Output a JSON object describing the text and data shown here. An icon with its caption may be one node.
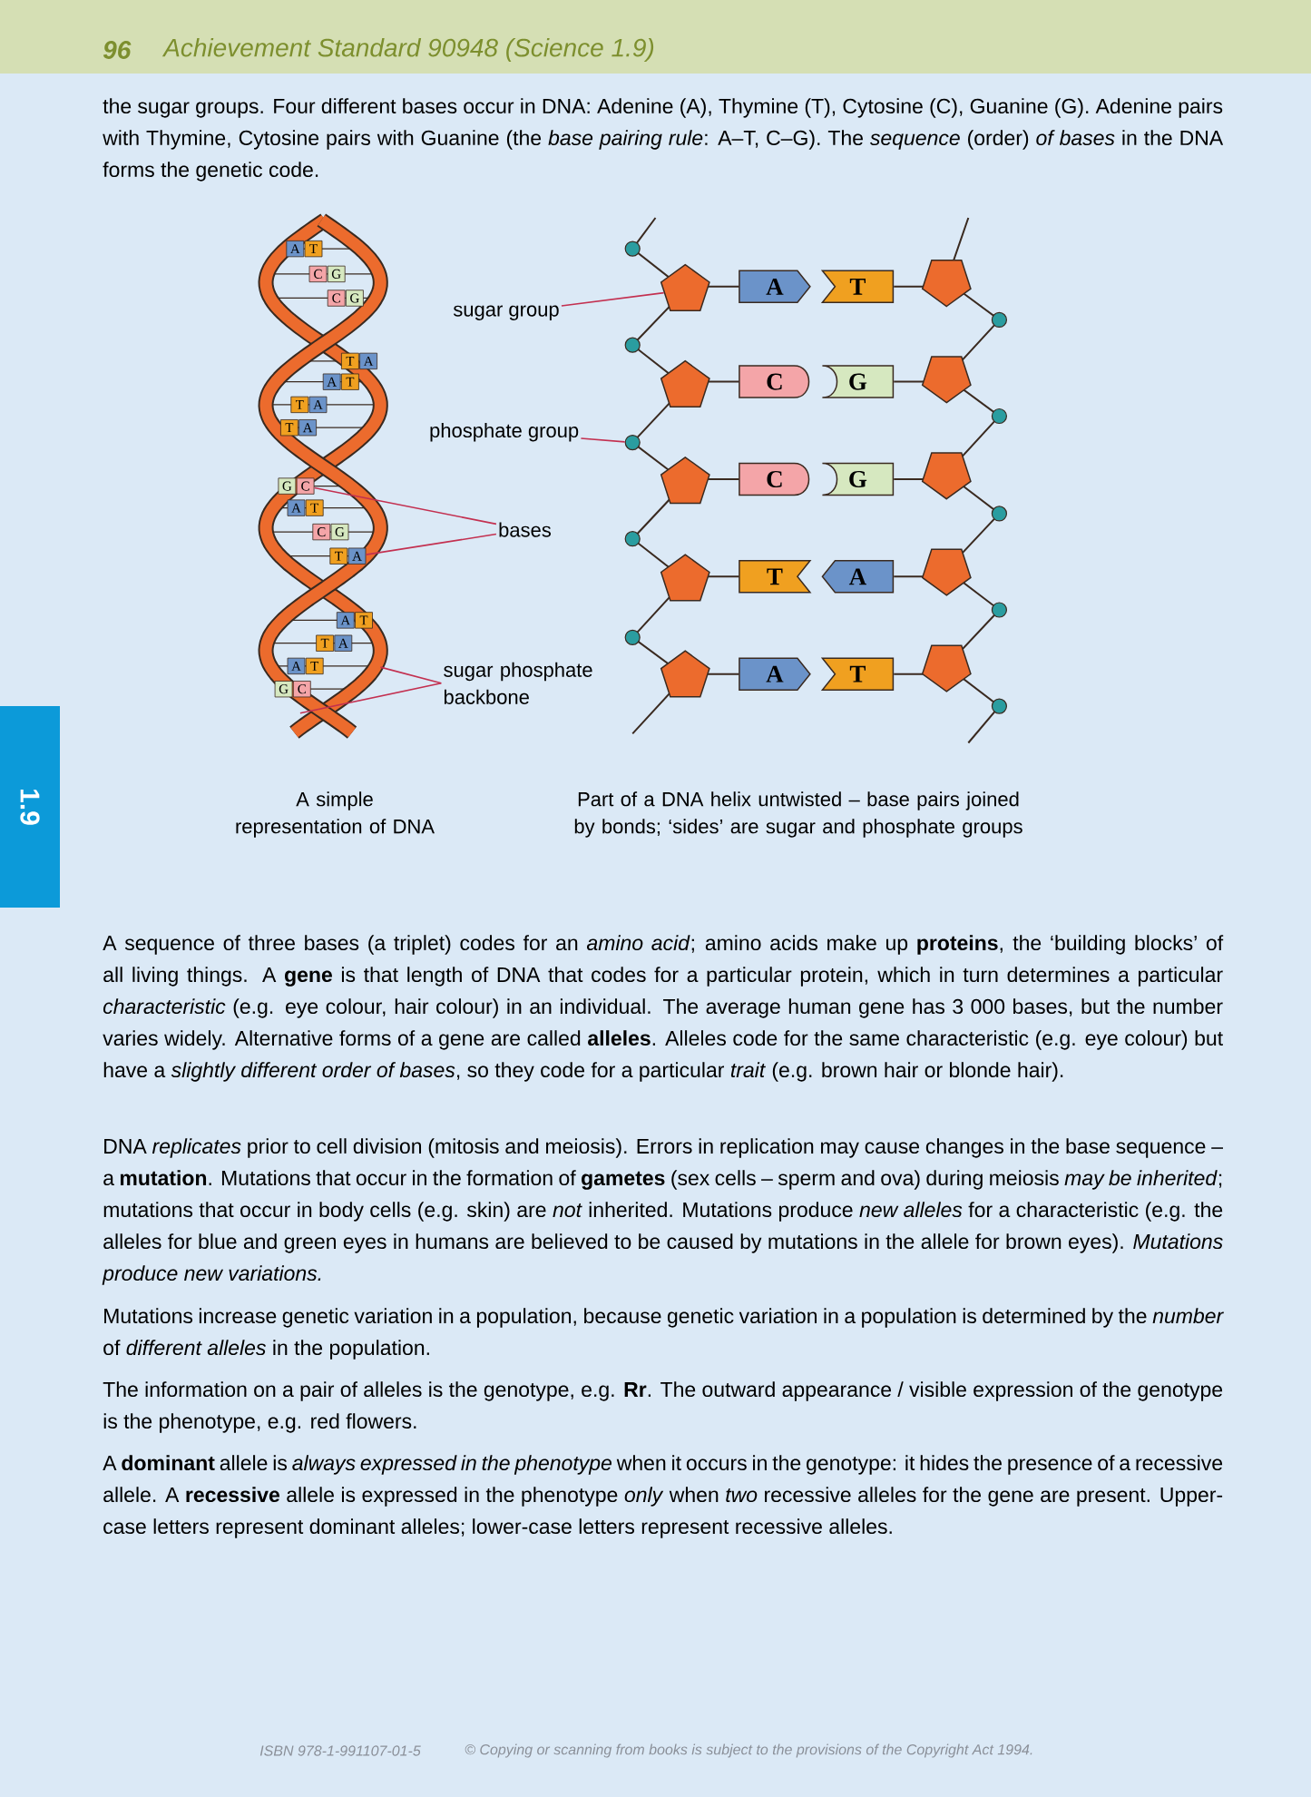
{
  "diagram": {
    "nodes": [
      {
        "text": [
          "A"
        ],
        "in": 47
      },
      {
        "text": [
          "T"
        ],
        "in": 47
      },
      {
        "text": [
          "C"
        ],
        "in": 47
      },
      {
        "text": [
          "G"
        ],
        "in": 47
      },
      {
        "text": [
          "C"
        ],
        "in": 47
      },
      {
        "text": [
          "G"
        ],
        "in": 47
      },
      {
        "text": [
          "T"
        ],
        "in": 47
      },
      {
        "text": [
          "A"
        ],
        "in": 47
      },
      {
        "text": [
          "A"
        ],
        "in": 47
      },
      {
        "text": [
          "T"
        ],
        "in": 47
      },
      {
        "text": [
          "T"
        ],
        "in": 47
      },
      {
        "text": [
          "A"
        ],
        "in": 47
      },
      {
        "text": [
          "T"
        ],
        "in": 47
      },
      {
        "text": [
          "A"
        ],
        "in": 47
      },
      {
        "text": [
          "G"
        ],
        "in": 47
      },
      {
        "text": [
          "C"
        ],
        "in": 47
      },
      {
        "text": [
          "A"
        ],
        "in": 47
      },
      {
        "text": [
          "T"
        ],
        "in": 47
      },
      {
        "text": [
          "C"
        ],
        "in": 47
      },
      {
        "text": [
          "G"
        ],
        "in": 47
      },
      {
        "text": [
          "T"
        ],
        "in": 47
      },
      {
        "text": [
          "A"
        ],
        "in": 47
      },
      {
        "text": [
          "A"
        ],
        "in": 47
      },
      {
        "text": [
          "T"
        ],
        "in": 47
      },
      {
        "text": [
          "T"
        ],
        "in": 47
      },
      {
        "text": [
          "A"
        ],
        "in": 47
      },
      {
        "text": [
          "A"
        ],
        "in": 47
      },
      {
        "text": [
          "T"
        ],
        "in": 47
      },
      {
        "text": [
          "G"
        ],
        "in": 47
      },
      {
        "text": [
          "C"
        ],
        "in": 47
      },
      {
        "text": [
          "sugar group"
        ]
      },
      {
        "text": [
          "phosphate group"
        ]
      },
      {
        "text": [
          "bases"
        ]
      },
      {
        "text": [
          "sugar phosphate backbone"
        ]
      },
      {
        "text": [
          "A"
        ]
      },
      {
        "text": [
          "T"
        ]
      },
      {
        "text": [
          "C"
        ]
      },
      {
        "text": [
          "G"
        ]
      },
      {
        "text": [
          "C"
        ]
      },
      {
        "text": [
          "G"
        ]
      },
      {
        "text": [
          "T"
        ]
      },
      {
        "text": [
          "A"
        ]
      },
      {
        "text": [
          "A"
        ]
      },
      {
        "text": [
          "T"
        ]
      },
      {
        "text": [],
        "shape": "pentagon"
      },
      {
        "text": [],
        "shape": "circle"
      },
      {
        "text": [
          "1.9"
        ]
      },
      {
        "text": [],
        "shape": "picture"
      },
      {
        "text": [],
        "shape": "pentagon"
      },
      {
        "text": [],
        "shape": "pentagon"
      },
      {
        "text": [],
        "shape": "pentagon"
      },
      {
        "text": [],
        "shape": "pentagon"
      },
      {
        "text": [],
        "shape": "pentagon"
      },
      {
        "text": [],
        "shape": "pentagon"
      },
      {
        "text": [],
        "shape": "pentagon"
      },
      {
        "text": [],
        "shape": "pentagon"
      },
      {
        "text": [],
        "shape": "pentagon"
      },
      {
        "text": [],
        "shape": "circle"
      },
      {
        "text": [],
        "shape": "circle"
      },
      {
        "text": [],
        "shape": "circle"
      },
      {
        "text": [],
        "shape": "circle"
      },
      {
        "text": [],
        "shape": "circle"
      },
      {
        "text": [],
        "shape": "circle"
      },
      {
        "text": [],
        "shape": "circle"
      },
      {
        "text": [],
        "shape": "circle"
      },
      {
        "text": [],
        "shape": "circle"
      }
    ],
    "edges": [
      {
        "from": 30,
        "to": 44,
        "arrow": "none"
      },
      {
        "from": 31,
        "to": 45,
        "arrow": "none"
      },
      {
        "from": 32,
        "to": 15,
        "arrow": "none"
      },
      {
        "from": 32,
        "to": 21,
        "arrow": "none"
      },
      {
        "from": 33,
        "to": 47,
        "arrow": "none"
      },
      {
        "from": 33,
        "to": 47,
        "arrow": "none"
      }
    ],
    "labels": [
      "96",
      "Achievement Standard 90948 (Science 1.9)",
      "the sugar groups. Four different bases occur in DNA: Adenine (A), Thymine (T), Cytosine (C), Guanine (G). Adenine pairs with Thymine, Cytosine pairs with Guanine (the *base pairing rule*: A–T, C–G). The *sequence* (order) *of bases* in the DNA forms the genetic code.",
      "A simple representation of DNA",
      "Part of a DNA helix untwisted – base pairs joined by bonds; ‘sides’ are sugar and phosphate groups",
      "A sequence of three bases (a triplet) codes for an *amino acid*; amino acids make up **proteins**, the ‘building blocks’ of all living things. A **gene** is that length of DNA that codes for a particular protein, which in turn determines a particular *characteristic* (e.g. eye colour, hair colour) in an individual. The average human gene has 3 000 bases, but the number varies widely. Alternative forms of a gene are called **alleles**. Alleles code for the same characteristic (e.g. eye colour) but have a *slightly different order of bases*, so they code for a particular *trait* (e.g. brown hair or blonde hair).",
      "DNA *replicates* prior to cell division (mitosis and meiosis). Errors in replication may cause changes in the base sequence – a **mutation**. Mutations that occur in the formation of **gametes** (sex cells – sperm and ova) during meiosis *may be inherited*; mutations that occur in body cells (e.g. skin) are *not* inherited. Mutations produce *new alleles* for a characteristic (e.g. the alleles for blue and green eyes in humans are believed to be caused by mutations in the allele for brown eyes). *Mutations produce new variations.*",
      "Mutations increase genetic variation in a population, because genetic variation in a population is determined by the *number* of *different alleles* in the population.",
      "The information on a pair of alleles is the genotype, e.g. **Rr**. The outward appearance / visible expression of the genotype is the phenotype, e.g. red flowers.",
      "A **dominant** allele is *always expressed in the phenotype* when it occurs in the genotype: it hides the presence of a recessive allele. A **recessive** allele is expressed in the phenotype *only* when *two* recessive alleles for the gene are present. Upper-case letters represent dominant alleles; lower-case letters represent recessive alleles.",
      "ISBN 978-1-991107-01-5",
      "© Copying or scanning from books is subject to the provisions of the Copyright Act 1994."
    ]
  }
}
